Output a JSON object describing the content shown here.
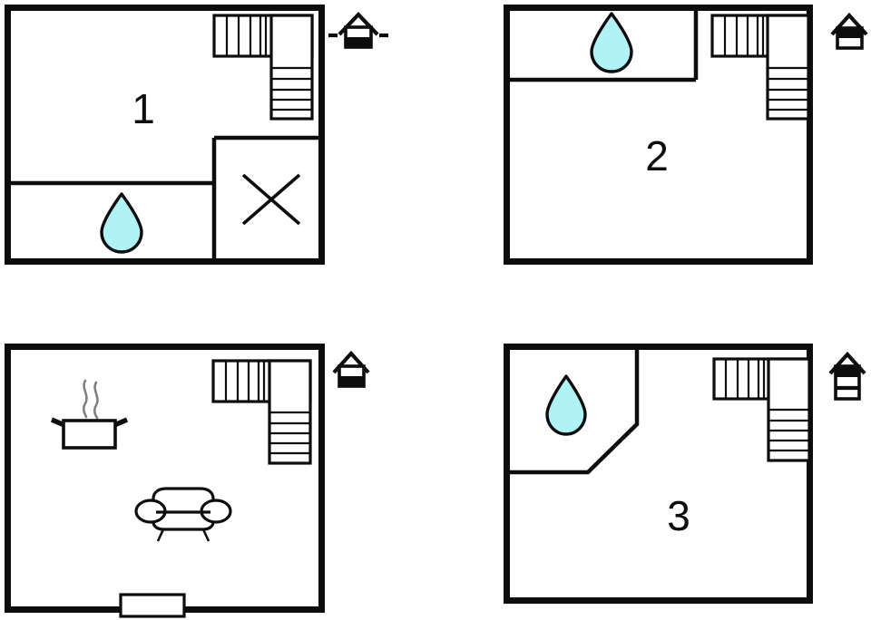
{
  "document": {
    "title": "Floor Plans",
    "type": "architectural-floor-plan-set",
    "background_color": "#ffffff",
    "line_color": "#0d0d0d",
    "accent_color": "#AFF3F7",
    "steam_color": "#808080",
    "panel_count": 4
  },
  "panels": [
    {
      "id": "panel-1",
      "number_label": "1",
      "position": "top-left",
      "level_icon": "house-icon-ground-floor-dashed",
      "level_icon_description": "house outline with lower half filled black and dashes at both sides",
      "features": [
        "staircase-l-shaped",
        "water-drop-bathroom",
        "crossed-out-room",
        "interior-partition-walls"
      ]
    },
    {
      "id": "panel-2",
      "number_label": "2",
      "position": "top-right",
      "level_icon": "house-icon-upper-floor",
      "level_icon_description": "house outline with upper half filled black",
      "features": [
        "staircase-l-shaped",
        "water-drop-bathroom",
        "interior-partition-walls"
      ]
    },
    {
      "id": "panel-3",
      "number_label": null,
      "position": "bottom-left",
      "level_icon": "house-icon-ground-floor",
      "level_icon_description": "house outline with lower half filled black",
      "features": [
        "staircase-l-shaped",
        "cooking-pot-kitchen",
        "sofa-living-room",
        "entrance-door"
      ]
    },
    {
      "id": "panel-4",
      "number_label": "3",
      "position": "bottom-right",
      "level_icon": "house-icon-multi-level",
      "level_icon_description": "tall house outline with black band at top and two white bands below",
      "features": [
        "staircase-l-shaped",
        "water-drop-bathroom",
        "angled-corner-wall"
      ]
    }
  ],
  "legend": {
    "water_drop": "bathroom / water point",
    "cross_mark": "excluded or unavailable room",
    "cooking_pot": "kitchen",
    "sofa": "living room",
    "stairs": "staircase",
    "door_rect": "entrance door"
  }
}
